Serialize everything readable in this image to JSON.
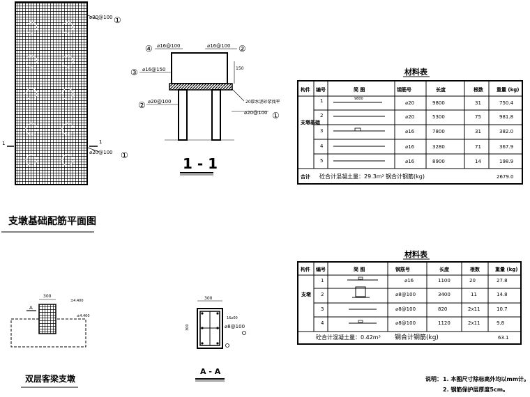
{
  "plan": {
    "title": "支墩基础配筋平面图",
    "rebar_top": "⌀20@100",
    "rebar_bottom": "⌀20@100",
    "mark_top": "①",
    "mark_bottom": "①",
    "section_left": "1",
    "section_right": "1"
  },
  "section_1_1": {
    "title": "1 - 1",
    "rebar_top_left": "⌀16@100",
    "rebar_top_right": "⌀16@100",
    "rebar_side": "⌀16@150",
    "rebar_pile": "⌀20@100",
    "cover_note": "20厚水泥砂浆找平",
    "rebar_bottom_right": "⌀20@100",
    "dim": "150",
    "mark_tl": "④",
    "mark_tr": "②",
    "mark_side": "③",
    "mark_pile": "②",
    "mark_br": "①"
  },
  "table1": {
    "title": "材料表",
    "headers": [
      "构件",
      "编号",
      "简 图",
      "钢筋号",
      "长度",
      "根数",
      "重量 (kg)"
    ],
    "member": "支墩基础",
    "rows": [
      {
        "no": "1",
        "bar": "⌀20",
        "len": "9800",
        "count": "31",
        "wt": "750.4",
        "sketch": "9800"
      },
      {
        "no": "2",
        "bar": "⌀20",
        "len": "5300",
        "count": "75",
        "wt": "981.8",
        "sketch": ""
      },
      {
        "no": "3",
        "bar": "⌀16",
        "len": "7800",
        "count": "31",
        "wt": "382.0",
        "sketch": ""
      },
      {
        "no": "4",
        "bar": "⌀16",
        "len": "3280",
        "count": "71",
        "wt": "367.9",
        "sketch": ""
      },
      {
        "no": "5",
        "bar": "⌀16",
        "len": "8900",
        "count": "14",
        "wt": "198.9",
        "sketch": ""
      }
    ],
    "footer_label": "合计",
    "footer_concrete": "砼合计混凝土量：29.3m³",
    "footer_steel": "钢合计钢筋(kg)",
    "footer_total": "2679.0"
  },
  "table2": {
    "title": "材料表",
    "headers": [
      "构件",
      "编号",
      "简 图",
      "钢筋号",
      "长度",
      "根数",
      "重量 (kg)"
    ],
    "member": "支墩",
    "rows": [
      {
        "no": "1",
        "bar": "⌀16",
        "len": "1100",
        "count": "20",
        "wt": "27.8"
      },
      {
        "no": "2",
        "bar": "⌀8@100",
        "len": "3400",
        "count": "11",
        "wt": "14.8"
      },
      {
        "no": "3",
        "bar": "⌀8@100",
        "len": "820",
        "count": "2x11",
        "wt": "10.7"
      },
      {
        "no": "4",
        "bar": "⌀8@100",
        "len": "1120",
        "count": "2x11",
        "wt": "9.8"
      }
    ],
    "footer_concrete": "砼合计混凝土量：0.42m³",
    "footer_steel": "钢合计钢筋(kg)",
    "footer_total": "63.1"
  },
  "support": {
    "title": "双层客梁支墩",
    "label_a": "A",
    "dim": "300",
    "elev1": "±4.400",
    "elev2": "±4.400"
  },
  "section_a_a": {
    "title": "A - A",
    "dim": "300",
    "rebar1": "16⌀00",
    "rebar2": "⌀8@100",
    "side_dim": "300"
  },
  "notes": {
    "label": "说明：",
    "line1": "1. 本图尺寸除标高外均以mm计。",
    "line2": "2. 钢筋保护层厚度5cm。"
  }
}
